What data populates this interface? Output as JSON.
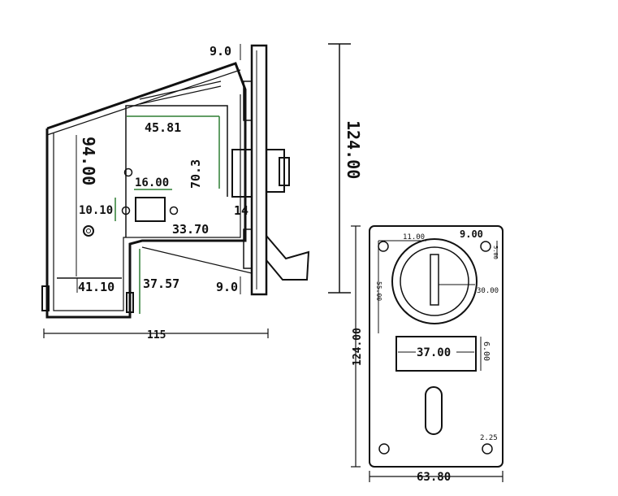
{
  "side_view": {
    "flange_top": "9.0",
    "flange_bottom": "9.0",
    "inner_width": "45.81",
    "inner_height": "94.00",
    "right_height": "70.3",
    "hole_spacing": "16.00",
    "slot_height": "10.10",
    "slot_offset": "33.70",
    "gap": "14",
    "base_depth": "41.10",
    "base_offset": "37.57",
    "overall_width": "115"
  },
  "overall_height": "124.00",
  "front_view": {
    "coin_offset": "11.00",
    "hole_inset_x": "9.00",
    "hole_inset_y": "5.00",
    "coin_top": "55.00",
    "coin_diameter": "30.00",
    "slot_width": "37.00",
    "slot_height": "6.00",
    "height": "124.00",
    "hole_dia": "2.25",
    "width": "63.80"
  }
}
